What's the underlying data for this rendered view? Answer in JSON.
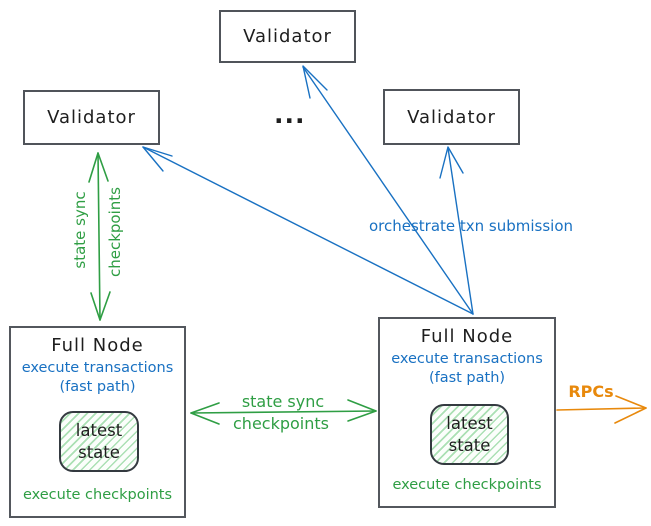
{
  "colors": {
    "blue": "#1971c2",
    "green": "#2f9e44",
    "orange": "#e8890c",
    "box_border": "#50545a",
    "text": "#1e1e1e"
  },
  "validators": [
    {
      "label": "Validator"
    },
    {
      "label": "Validator"
    },
    {
      "label": "Validator"
    }
  ],
  "ellipsis": "...",
  "full_nodes": {
    "left": {
      "title": "Full Node",
      "exec_line1": "execute transactions",
      "exec_line2": "(fast path)",
      "state_word1": "latest",
      "state_word2": "state",
      "footer": "execute checkpoints"
    },
    "right": {
      "title": "Full Node",
      "exec_line1": "execute transactions",
      "exec_line2": "(fast path)",
      "state_word1": "latest",
      "state_word2": "state",
      "footer": "execute checkpoints"
    }
  },
  "edges": {
    "validator_fullnode_sync": {
      "line1": "state sync",
      "line2": "checkpoints"
    },
    "fullnode_fullnode_sync": {
      "line1": "state sync",
      "line2": "checkpoints"
    },
    "txn_submission": {
      "label": "orchestrate txn submission"
    },
    "rpc": {
      "label": "RPCs"
    }
  }
}
